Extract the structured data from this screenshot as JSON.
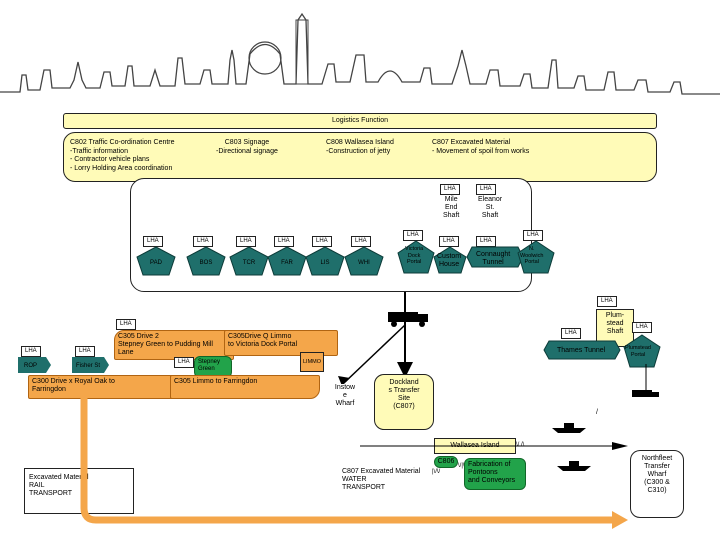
{
  "header": {
    "title": "Logistics Function"
  },
  "functions": {
    "c802": "C802 Traffic Co-ordination Centre\n-Traffic information\n- Contractor vehicle plans\n- Lorry Holding Area coordination",
    "c803": "C803 Signage\n-Directional signage",
    "c808": "C808 Wallasea Island\n-Construction of jetty",
    "c807": "C807 Excavated Material\n- Movement of spoil from works"
  },
  "lha": "LHA",
  "shafts": {
    "mile_end": "Mile\nEnd\nShaft",
    "eleanor": "Eleanor\nSt.\nShaft",
    "plumstead": "Plum-\nstead\nShaft"
  },
  "portals": [
    "PAD",
    "BOS",
    "TCR",
    "FAR",
    "LIS",
    "WHI"
  ],
  "right_portals": {
    "victoria": "Victoria\nDock\nPortal",
    "custom_house": "Custom\nHouse",
    "connaught": "Connaught\nTunnel",
    "woolwich": "N.\nWoolwich\nPortal",
    "thames": "Thames Tunnel",
    "plumstead_portal": "Plumstead\nPortal"
  },
  "drives": {
    "c300": "C300 Drive x Royal Oak to\nFarringdon",
    "c305a": "C305 Drive 2\nStepney Green to Pudding Mill\nLane",
    "c305b": "C305Drive Q Limmo\nto Victoria Dock Portal",
    "c305c": "C305 Limmo to Farringdon",
    "rop": "ROP",
    "fisher": "Fisher St",
    "stepney": "Stepney\nGreen",
    "limmo": "LIMMO"
  },
  "wharves": {
    "instow": "Instow\ne\nWharf",
    "dockland": "Dockland\ns Transfer\nSite\n(C807)",
    "wallasea": "Wallasea Island",
    "c806": "C806",
    "fabrication": "Fabrication of\nPontoons\nand Conveyors",
    "northfleet": "Northfleet\nTransfer\nWharf\n(C300 &\nC310)",
    "slash": "/",
    "tick": "\\/ /\\",
    "tick2": "\\/|\\/",
    "tick3": "|\\/\\/"
  },
  "transport": {
    "rail": "Excavated Material\nRAIL\nTRANSPORT",
    "water": "C807 Excavated Material\nWATER\nTRANSPORT"
  },
  "colors": {
    "orange": "#f4a64a",
    "green": "#22a34a",
    "yellow": "#fffbb8",
    "teal": "#1f6f6b"
  }
}
